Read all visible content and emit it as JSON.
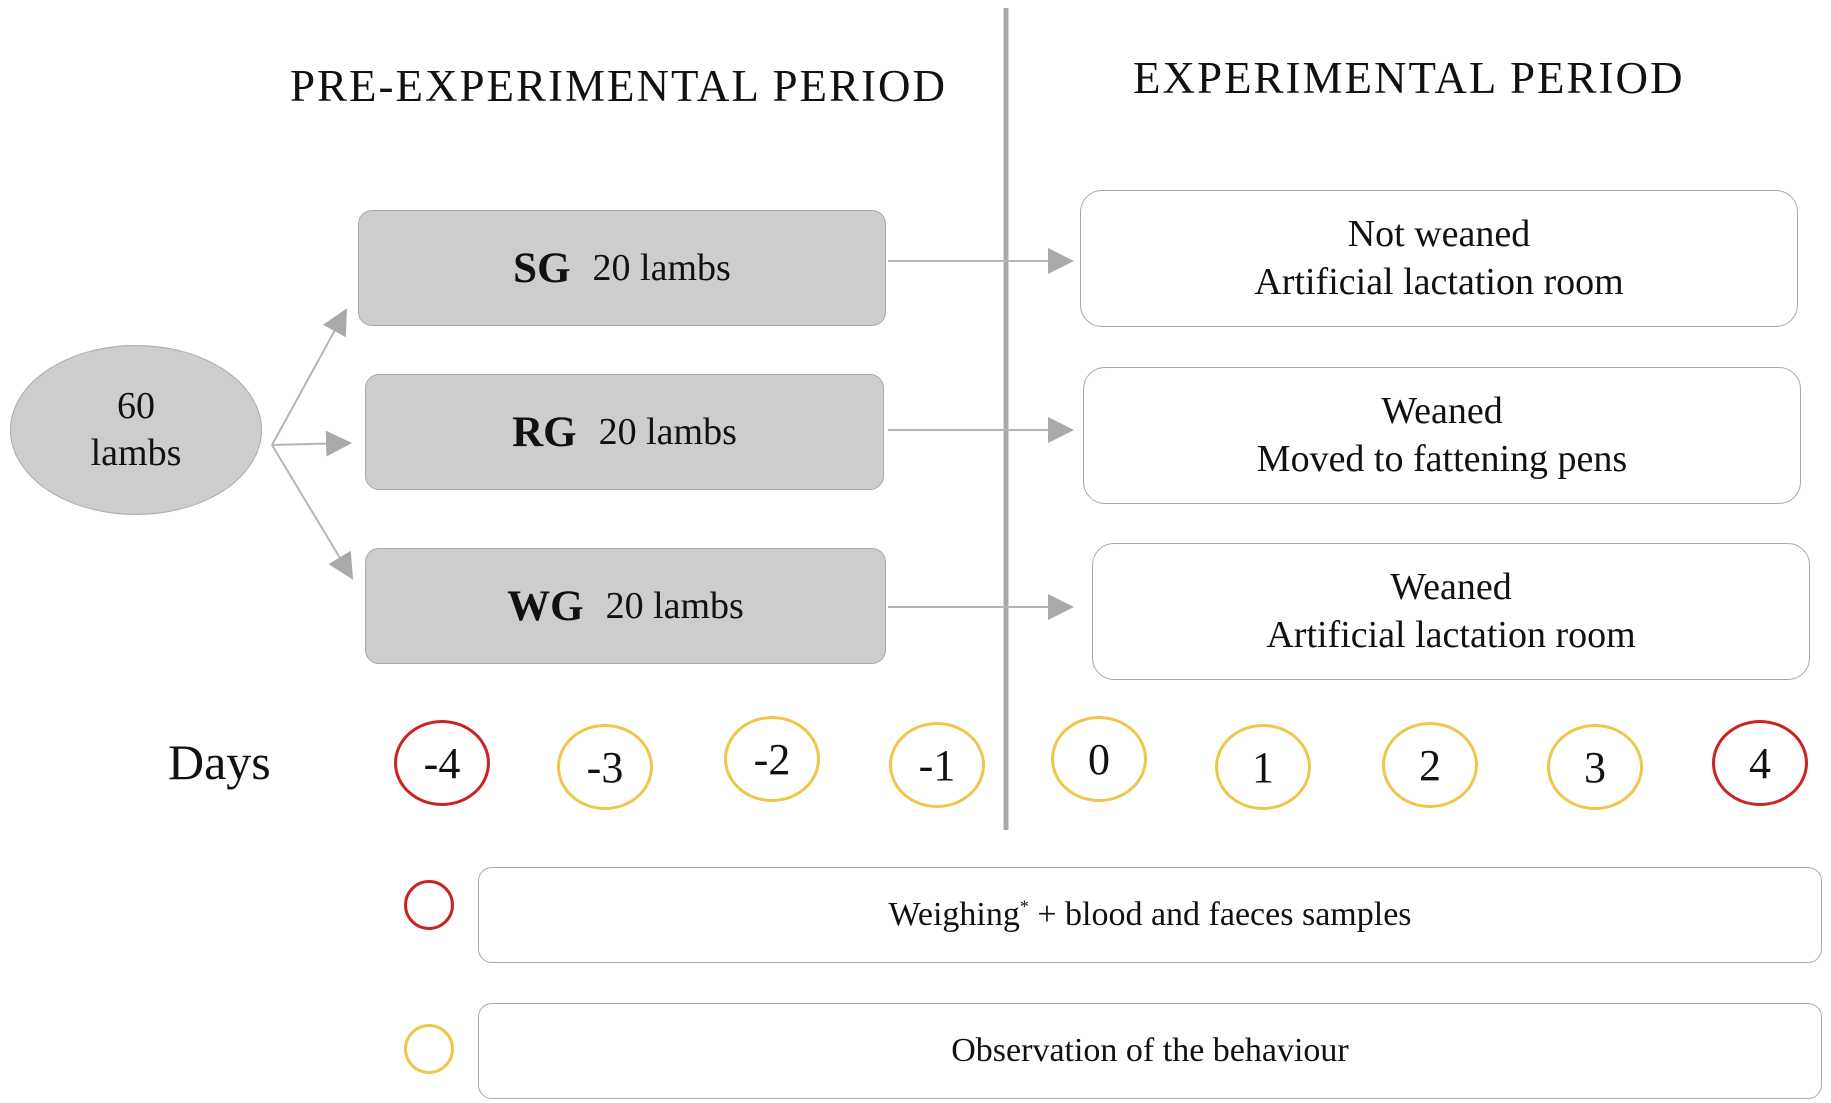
{
  "periods": {
    "pre": "PRE-EXPERIMENTAL  PERIOD",
    "exp": "EXPERIMENTAL  PERIOD"
  },
  "source": {
    "line1": "60",
    "line2": "lambs"
  },
  "groups": [
    {
      "code": "SG",
      "count": "20 lambs"
    },
    {
      "code": "RG",
      "count": "20 lambs"
    },
    {
      "code": "WG",
      "count": "20 lambs"
    }
  ],
  "outcomes": [
    {
      "line1": "Not weaned",
      "line2": "Artificial lactation room"
    },
    {
      "line1": "Weaned",
      "line2": "Moved to fattening pens"
    },
    {
      "line1": "Weaned",
      "line2": "Artificial lactation room"
    }
  ],
  "days_label": "Days",
  "days": [
    {
      "label": "-4",
      "type": "sampling"
    },
    {
      "label": "-3",
      "type": "observation"
    },
    {
      "label": "-2",
      "type": "observation"
    },
    {
      "label": "-1",
      "type": "observation"
    },
    {
      "label": "0",
      "type": "observation"
    },
    {
      "label": "1",
      "type": "observation"
    },
    {
      "label": "2",
      "type": "observation"
    },
    {
      "label": "3",
      "type": "observation"
    },
    {
      "label": "4",
      "type": "sampling"
    }
  ],
  "legend": {
    "sampling": {
      "text": "Weighing",
      "sup": "*",
      "rest": " + blood and faeces samples",
      "color": "#cc2222"
    },
    "observation": {
      "text": "Observation of the behaviour",
      "color": "#f0c64a"
    }
  },
  "colors": {
    "group_fill": "#cdcdcd",
    "arrow": "#a9a9a9",
    "divider": "#a9a9a9"
  }
}
